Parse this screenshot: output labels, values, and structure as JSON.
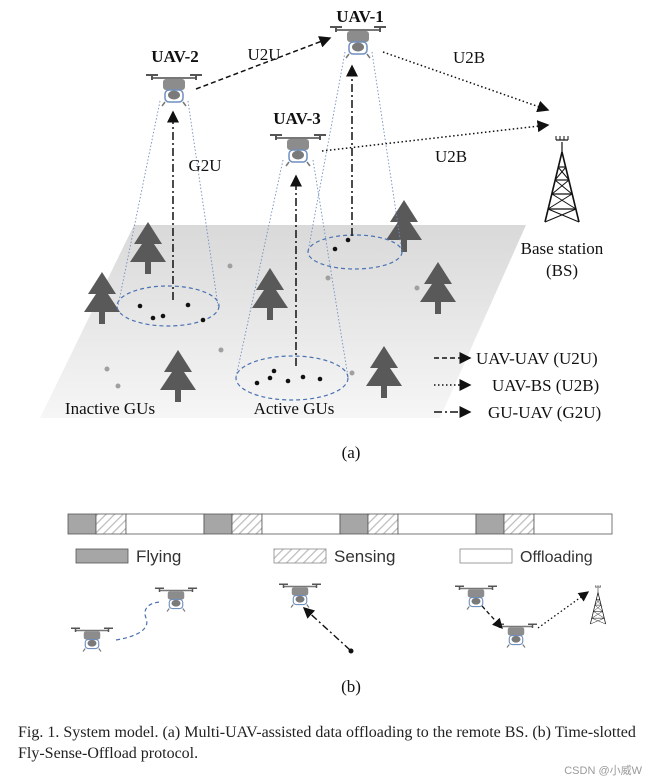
{
  "figure_a": {
    "uav1": "UAV-1",
    "uav2": "UAV-2",
    "uav3": "UAV-3",
    "link_u2u": "U2U",
    "link_u2b_top": "U2B",
    "link_u2b_mid": "U2B",
    "link_g2u": "G2U",
    "base_station_line1": "Base station",
    "base_station_line2": "(BS)",
    "inactive_gus": "Inactive GUs",
    "active_gus": "Active GUs",
    "legend": {
      "u2u": "UAV-UAV (U2U)",
      "u2b": "UAV-BS (U2B)",
      "g2u": "GU-UAV (G2U)"
    },
    "sublabel": "(a)"
  },
  "figure_b": {
    "legend": {
      "flying": "Flying",
      "sensing": "Sensing",
      "offloading": "Offloading"
    },
    "sublabel": "(b)",
    "colors": {
      "flying": "#a6a6a6",
      "offloading": "#ffffff"
    }
  },
  "caption": "Fig. 1.    System model. (a) Multi-UAV-assisted data offloading to the remote BS. (b) Time-slotted Fly-Sense-Offload protocol.",
  "watermark": "CSDN @小威W"
}
